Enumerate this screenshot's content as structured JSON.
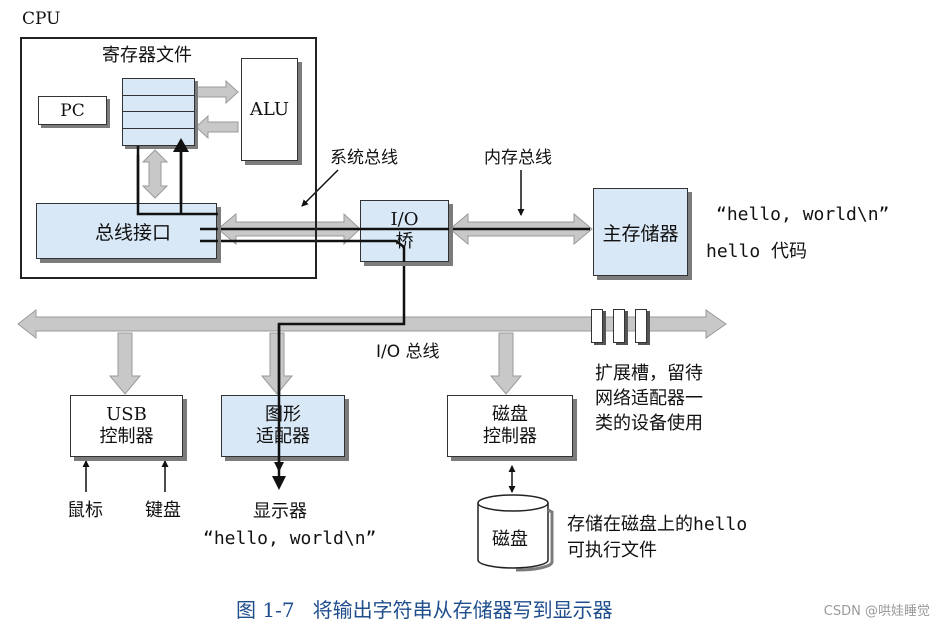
{
  "cpu": {
    "label": "CPU",
    "register_file": "寄存器文件",
    "pc": "PC",
    "alu": "ALU",
    "bus_interface": "总线接口"
  },
  "buses": {
    "system_bus": "系统总线",
    "memory_bus": "内存总线",
    "io_bus": "I/O 总线"
  },
  "io_bridge": {
    "line1": "I/O",
    "line2": "桥"
  },
  "main_memory": {
    "label": "主存储器",
    "string_contents": "“hello, world\\n”",
    "code_contents": "hello 代码"
  },
  "usb_controller": {
    "line1": "USB",
    "line2": "控制器",
    "mouse": "鼠标",
    "keyboard": "键盘"
  },
  "graphics_adapter": {
    "line1": "图形",
    "line2": "适配器",
    "display": "显示器",
    "display_string": "“hello, world\\n”"
  },
  "disk_controller": {
    "line1": "磁盘",
    "line2": "控制器",
    "disk": "磁盘",
    "disk_note_line1": "存储在磁盘上的hello",
    "disk_note_line2": "可执行文件"
  },
  "expansion_slots": {
    "line1": "扩展槽，留待",
    "line2": "网络适配器一",
    "line3": "类的设备使用"
  },
  "caption": {
    "figure_number": "图 1-7",
    "text": "将输出字符串从存储器写到显示器"
  },
  "watermark": "CSDN @哄娃睡觉",
  "colors": {
    "bus_fill": "#c8c8c8",
    "component_blue": "#d9e8f6",
    "caption_blue": "#1f4e8c"
  }
}
